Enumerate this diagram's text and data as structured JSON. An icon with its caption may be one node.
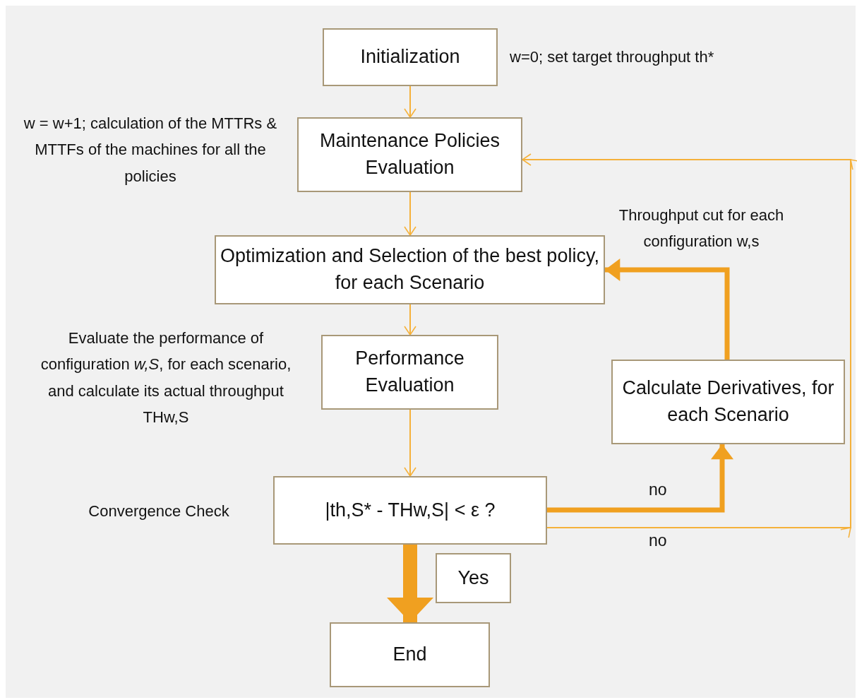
{
  "diagram": {
    "nodes": [
      {
        "text": [
          "Initialization"
        ],
        "beside": [
          "w=0; set target throughput th*"
        ]
      },
      {
        "text": [
          "Maintenance Policies Evaluation"
        ],
        "beside": [
          "w = w+1; calculation of the MTTRs & MTTFs of the machines for all the policies"
        ]
      },
      {
        "text": [
          "Optimization and Selection of the best policy, for each Scenario"
        ]
      },
      {
        "text": [
          "Performance Evaluation"
        ],
        "beside": [
          "Evaluate the performance of configuration *w,S*, for each scenario, and calculate its actual throughput THw,S"
        ]
      },
      {
        "text": [
          "Calculate Derivatives, for each Scenario"
        ]
      },
      {
        "text": [
          "|th,S* - THw,S| < ε ?"
        ],
        "beside": [
          "Convergence Check"
        ]
      },
      {
        "text": [
          "Yes"
        ]
      },
      {
        "text": [
          "End"
        ]
      }
    ],
    "edges": [
      {
        "from": 0,
        "to": 1,
        "arrow": "to"
      },
      {
        "from": 1,
        "to": 2,
        "arrow": "to"
      },
      {
        "from": 2,
        "to": 3,
        "arrow": "to"
      },
      {
        "from": 3,
        "to": 5,
        "arrow": "to"
      },
      {
        "from": 5,
        "to": 4,
        "arrow": "to",
        "label": "no",
        "style": "thick"
      },
      {
        "from": 4,
        "to": 2,
        "arrow": "to",
        "style": "thick"
      },
      {
        "from": 5,
        "to": 1,
        "arrow": "to",
        "label": "no"
      },
      {
        "from": 5,
        "to": 7,
        "arrow": "to",
        "style": "thick"
      }
    ],
    "labels": [
      "Throughput cut for each configuration w,s"
    ]
  }
}
